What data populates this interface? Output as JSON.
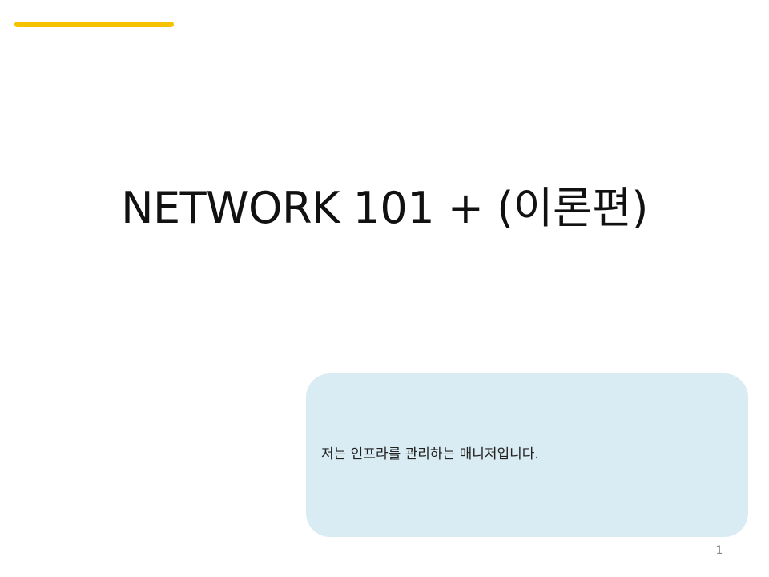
{
  "slide": {
    "title": "NETWORK 101  +  (이론편)",
    "callout_text": "저는 인프라를 관리하는 매니저입니다.",
    "page_number": "1"
  },
  "colors": {
    "accent": "#f5c200",
    "callout_background": "#daecf3",
    "title_text": "#111111",
    "page_number_text": "#8a8a8a"
  }
}
